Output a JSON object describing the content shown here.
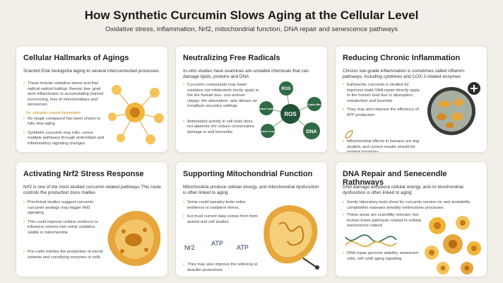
{
  "header": {
    "title": "How Synthetic Curcumin Slows Aging at the Cellular Level",
    "subtitle": "Oxidative stress, inflammation, Nrf2, mitochondrial function, DNA repair and senescence pathways"
  },
  "cards": {
    "hallmarks": {
      "title": "Cellular Hallmarks of Agings",
      "lead": "Scientist Eink biologicha laging to several interconnected processes",
      "bullets": [
        "These include oxidative stress and free radical radical buildup, theonic low- grad aore inflammaion to accumulating (tsimed incorrectng, loss of mitochondiaes and senescnes",
        "No single compound has been shown to fully stop aging",
        "Synthetic curcumin may influ- cence multiple pathways through antioxidant and inflammatory signaling changes"
      ],
      "note": "No. sutisation creatne flammeatioe"
    },
    "radicals": {
      "title": "Neutralizing Free Radicals",
      "lead": "In-vitro studies have examines are unstable chemicals that can damage lipids, proteins and DNA",
      "bullets": [
        "Curcumin compounds may lower oxidative not mibteratolo irectly apply to the the human bou- one aniover clappy- the absorption- aow alioses an icmatiium secuntey settings",
        "Antioxidant activity in cell tests does not alaserinr mir reduce conservative damage in and boonodla"
      ],
      "bubbles": [
        "ROS",
        "ROS",
        "Protein Lipids",
        "Lipids Mite",
        "Protein Ceses",
        "DNA"
      ]
    },
    "inflammation": {
      "title": "Reducing Chronic Inflammation",
      "lead": "Chronic low-grade inflammation is sometimes called inflamm- pathways, including cytokines and COX-2-related enzymes",
      "bullets": [
        "Earlytechic curcumin is studied for improves stabl ONA repair directly apply to the human bost due to absorption, metabolism and booimbs",
        "They may also improve the efficiency of ATP production",
        "Mitochondrial effects in humans are ting studied, and current results should be remtiral booimary"
      ]
    },
    "nrf2": {
      "title": "Activating Nrf2 Stress Response",
      "lead": "Nrf2 is one of the most studied curcumin-related pathways This route controls the production tress mailles",
      "bullets": [
        "Preclinical studies suggest curcumin curcumin analogs may trigger Nrf2 signaling",
        "This could improve cellular resilence to influence cerions met reduir oxidative stalille in mitochondrie",
        "Pre-cultin intrides the production of excrte oxitents and conofiying enzymes in cells"
      ]
    },
    "mito": {
      "title": "Supporting Mitochondrial Function",
      "lead": "Mitochondria produce cellular energy, and mitochondrial dysfunction is often linked to aging",
      "bullets": [
        "Some could laeratiry teste celiar resilience to oxidative stress,",
        "but must current data comes from from animel and cell studies",
        "They may also improve the relleving at deseller protectives"
      ],
      "chips": [
        "Nr2",
        "ATP",
        "ATP"
      ]
    },
    "dna": {
      "title": "DNA Repair and Senecendle Rathnways",
      "lead": "DNA damage accoduce cellular energy, and mi tinochondrial dysfunction is often linked to aging",
      "bullets": [
        "Somty laboratory tests show for curcumin version mr and availability complioithin naseaes sensitity isintrections processes",
        "These areas are scientifity relevant, but human trotes pathwyas related to cellular senescence cateed",
        "DNA repair genome stability, senescent cells, cell celdl aging signaling"
      ]
    }
  },
  "colors": {
    "accent": "#e0a12b",
    "green": "#2f6b45",
    "background": "#f2efe9"
  }
}
